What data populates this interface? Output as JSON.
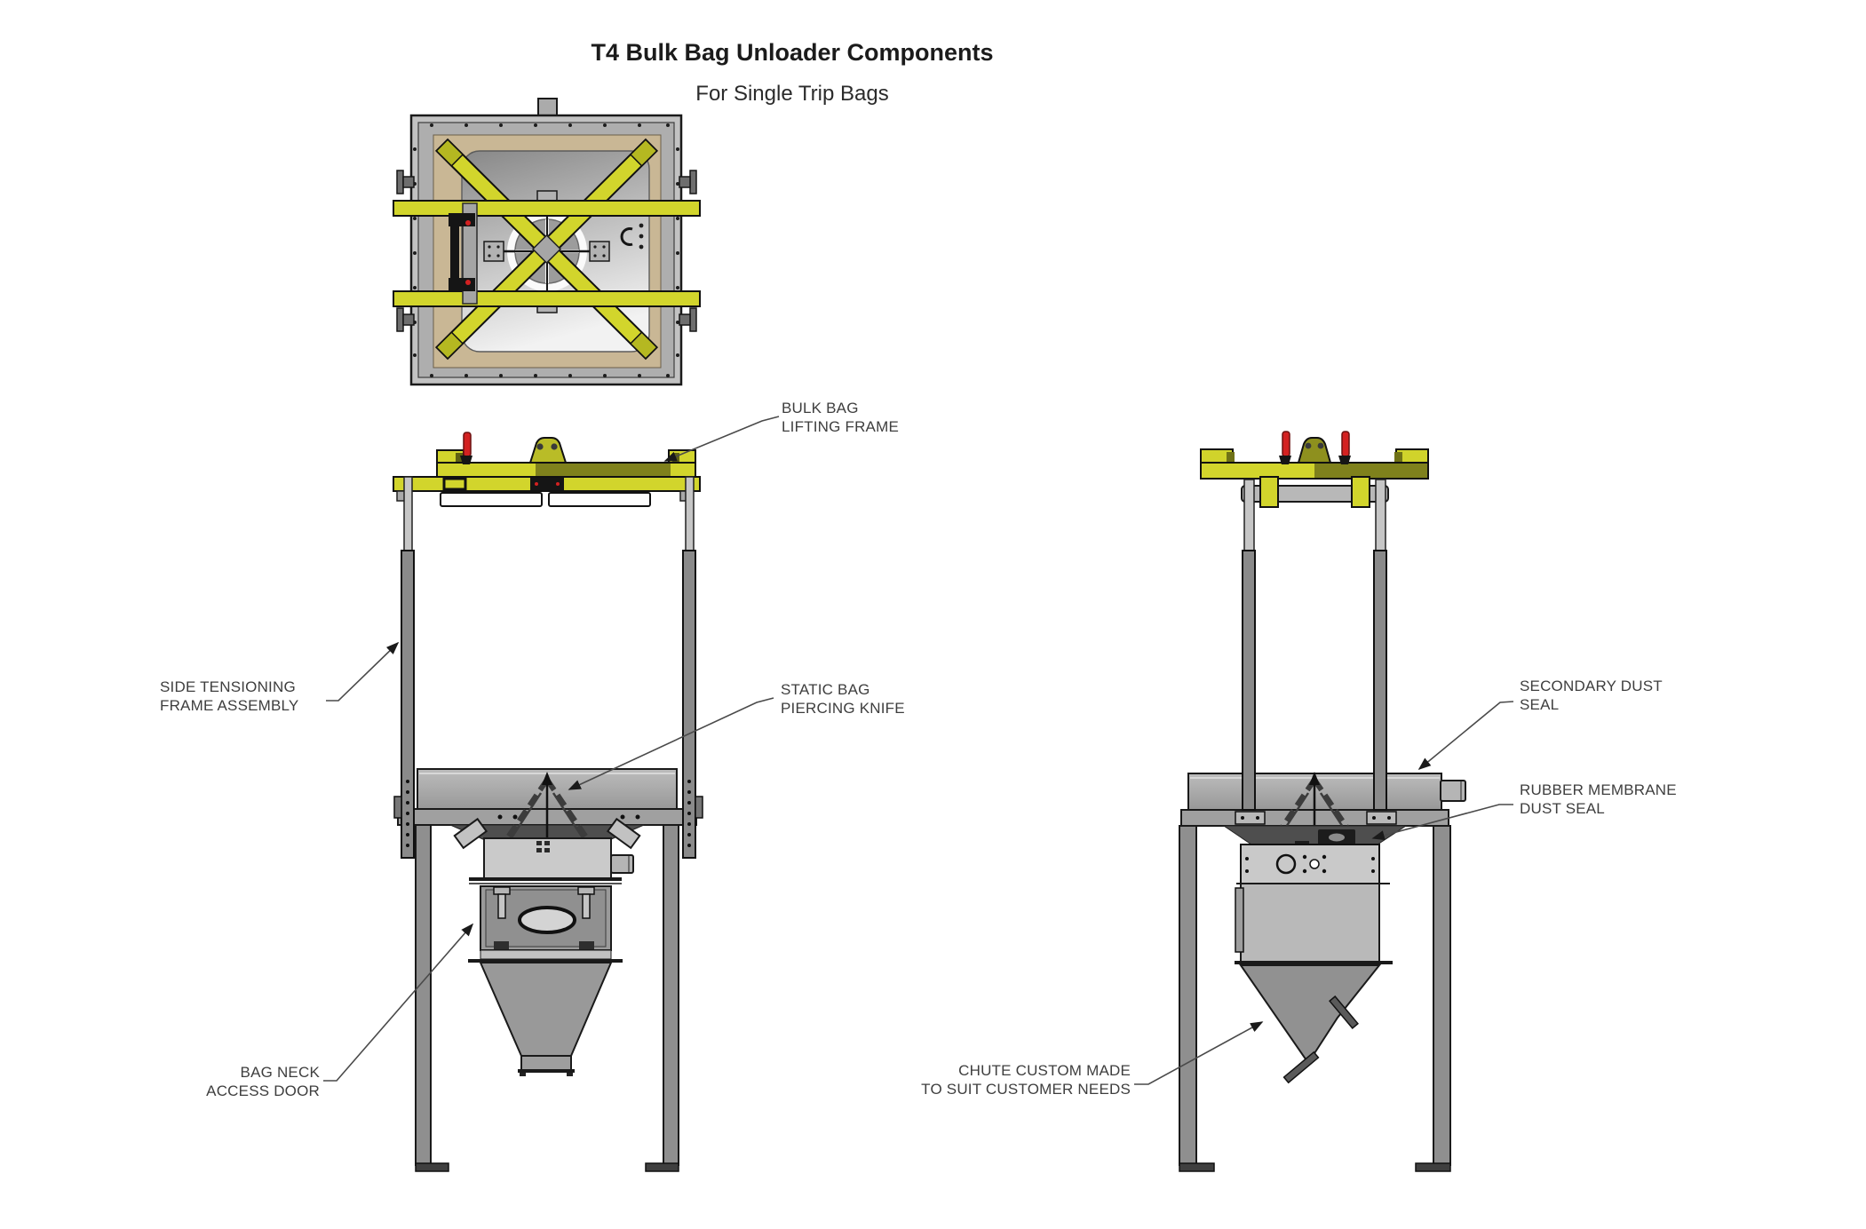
{
  "title": {
    "text": "T4 Bulk Bag Unloader Components",
    "subtext": "For Single Trip Bags"
  },
  "callouts": {
    "bulk_bag_lifting_frame": "BULK BAG\nLIFTING FRAME",
    "side_tensioning_frame_assembly": "SIDE TENSIONING\nFRAME ASSEMBLY",
    "static_bag_piercing_knife": "STATIC BAG\nPIERCING KNIFE",
    "bag_neck_access_door": "BAG NECK\nACCESS DOOR",
    "secondary_dust_seal": "SECONDARY DUST\nSEAL",
    "rubber_membrane_dust_seal": "RUBBER MEMBRANE\nDUST SEAL",
    "chute_custom_made": "CHUTE CUSTOM MADE\nTO SUIT CUSTOMER NEEDS"
  },
  "colors": {
    "frame_yellow": "#d2d52c",
    "frame_yellow_dark": "#7f811c",
    "steel_light": "#c9c9c9",
    "steel_mid": "#a0a0a0",
    "steel_dark": "#5a5a5a",
    "gasket_tan": "#c9b795",
    "handle_red": "#d32121",
    "label_text": "#3e3e3e",
    "background": "#ffffff"
  }
}
